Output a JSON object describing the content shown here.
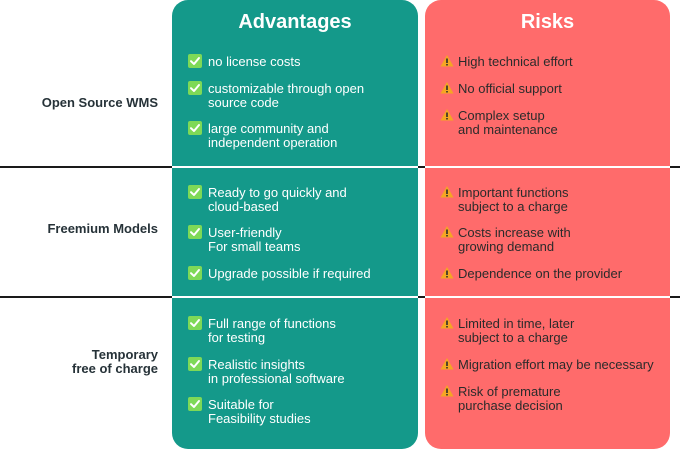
{
  "headers": {
    "advantages": "Advantages",
    "risks": "Risks"
  },
  "rows": [
    {
      "label": "Open Source WMS",
      "advantages": [
        "no license costs",
        "customizable through open\nsource code",
        "large community and\nindependent operation"
      ],
      "risks": [
        "High technical effort",
        "No official support",
        "Complex setup\nand maintenance"
      ]
    },
    {
      "label": "Freemium Models",
      "advantages": [
        "Ready to go quickly and\ncloud-based",
        "User-friendly\nFor small teams",
        "Upgrade possible if required"
      ],
      "risks": [
        "Important functions\nsubject to a charge",
        "Costs increase with\ngrowing demand",
        "Dependence on the provider"
      ]
    },
    {
      "label": "Temporary\nfree of charge",
      "advantages": [
        "Full range of functions\nfor testing",
        "Realistic insights\nin professional software",
        "Suitable for\nFeasibility studies"
      ],
      "risks": [
        "Limited in time, later\nsubject to a charge",
        "Migration effort may be necessary",
        "Risk of premature\npurchase decision"
      ]
    }
  ],
  "icons": {
    "advantage": "check-icon",
    "risk": "warning-icon"
  },
  "colors": {
    "advantages_bg": "#14998a",
    "risks_bg": "#ff6b6b",
    "check": "#7ed957",
    "warning": "#f5a623"
  }
}
